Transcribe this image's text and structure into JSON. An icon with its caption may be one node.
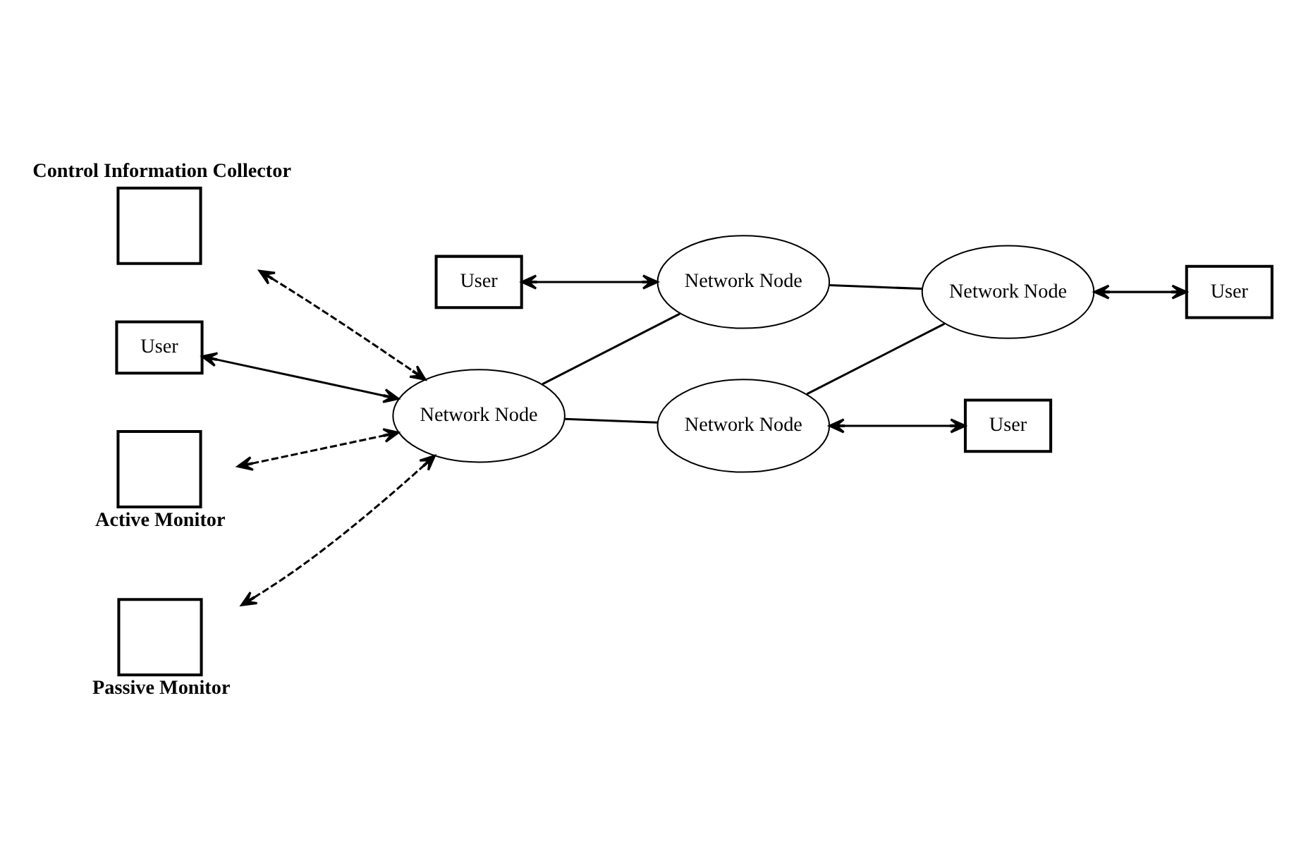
{
  "diagram": {
    "nodes": [
      {
        "text": [
          "User"
        ]
      },
      {
        "text": [
          "Network Node"
        ]
      },
      {
        "text": [
          "Control Information Collector"
        ]
      },
      {
        "text": [
          "User"
        ]
      },
      {
        "text": [
          "Network Node"
        ]
      },
      {
        "text": [
          "Network Node"
        ]
      },
      {
        "text": [
          "User"
        ]
      },
      {
        "text": [
          "Active Monitor"
        ]
      },
      {
        "text": [
          "Passive Monitor"
        ]
      },
      {
        "text": [
          "Network Node"
        ]
      },
      {
        "text": [
          "User"
        ]
      }
    ],
    "edges": [
      {
        "from": 0,
        "to": 1,
        "arrow": "both"
      },
      {
        "from": 2,
        "to": 4,
        "arrow": "both",
        "style": "dashed"
      },
      {
        "from": 3,
        "to": 4,
        "arrow": "both"
      },
      {
        "from": 4,
        "to": 1,
        "arrow": "none"
      },
      {
        "from": 1,
        "to": 5,
        "arrow": "none"
      },
      {
        "from": 5,
        "to": 6,
        "arrow": "both"
      },
      {
        "from": 7,
        "to": 4,
        "arrow": "both",
        "style": "dashed"
      },
      {
        "from": 8,
        "to": 4,
        "arrow": "both",
        "style": "dashed"
      },
      {
        "from": 4,
        "to": 9,
        "arrow": "none"
      },
      {
        "from": 9,
        "to": 5,
        "arrow": "none"
      },
      {
        "from": 9,
        "to": 10,
        "arrow": "both"
      }
    ]
  }
}
